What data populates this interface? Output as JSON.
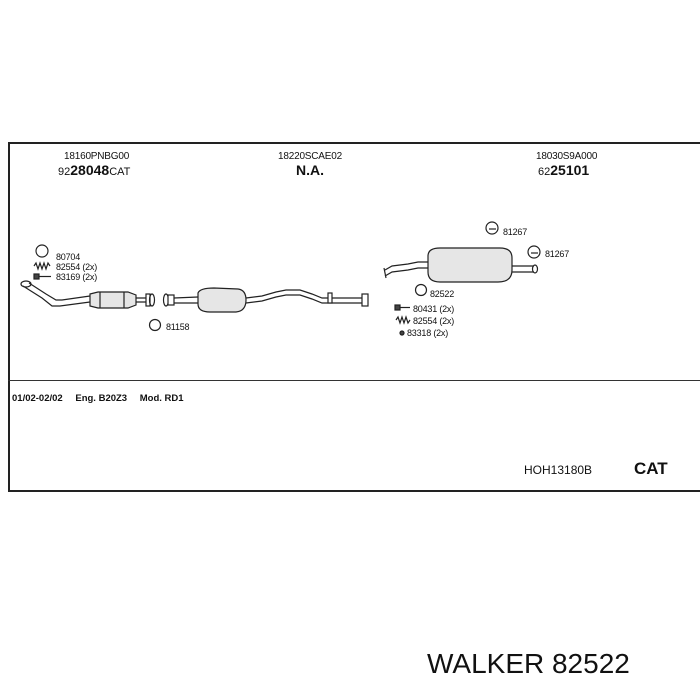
{
  "header": {
    "col1": {
      "code": "18160PNBG00",
      "prefix": "92",
      "number": "28048",
      "suffix": "CAT"
    },
    "col2": {
      "code": "18220SCAE02",
      "value": "N.A."
    },
    "col3": {
      "code": "18030S9A000",
      "prefix": "62",
      "number": "25101"
    }
  },
  "parts": {
    "p80704": "80704",
    "p82554a": "82554 (2x)",
    "p83169": "83169 (2x)",
    "p81158": "81158",
    "p81267a": "81267",
    "p81267b": "81267",
    "p82522": "82522",
    "p80431": "80431 (2x)",
    "p82554b": "82554 (2x)",
    "p83318": "83318 (2x)"
  },
  "info": {
    "date": "01/02-02/02",
    "engine": "Eng. B20Z3",
    "model": "Mod. RD1"
  },
  "footer": {
    "ref": "HOH13180B",
    "type": "CAT"
  },
  "brand": "WALKER 82522",
  "icons": [
    "gasket-ring-icon",
    "spring-icon",
    "bolt-icon",
    "rubber-hanger-icon",
    "clamp-icon"
  ]
}
